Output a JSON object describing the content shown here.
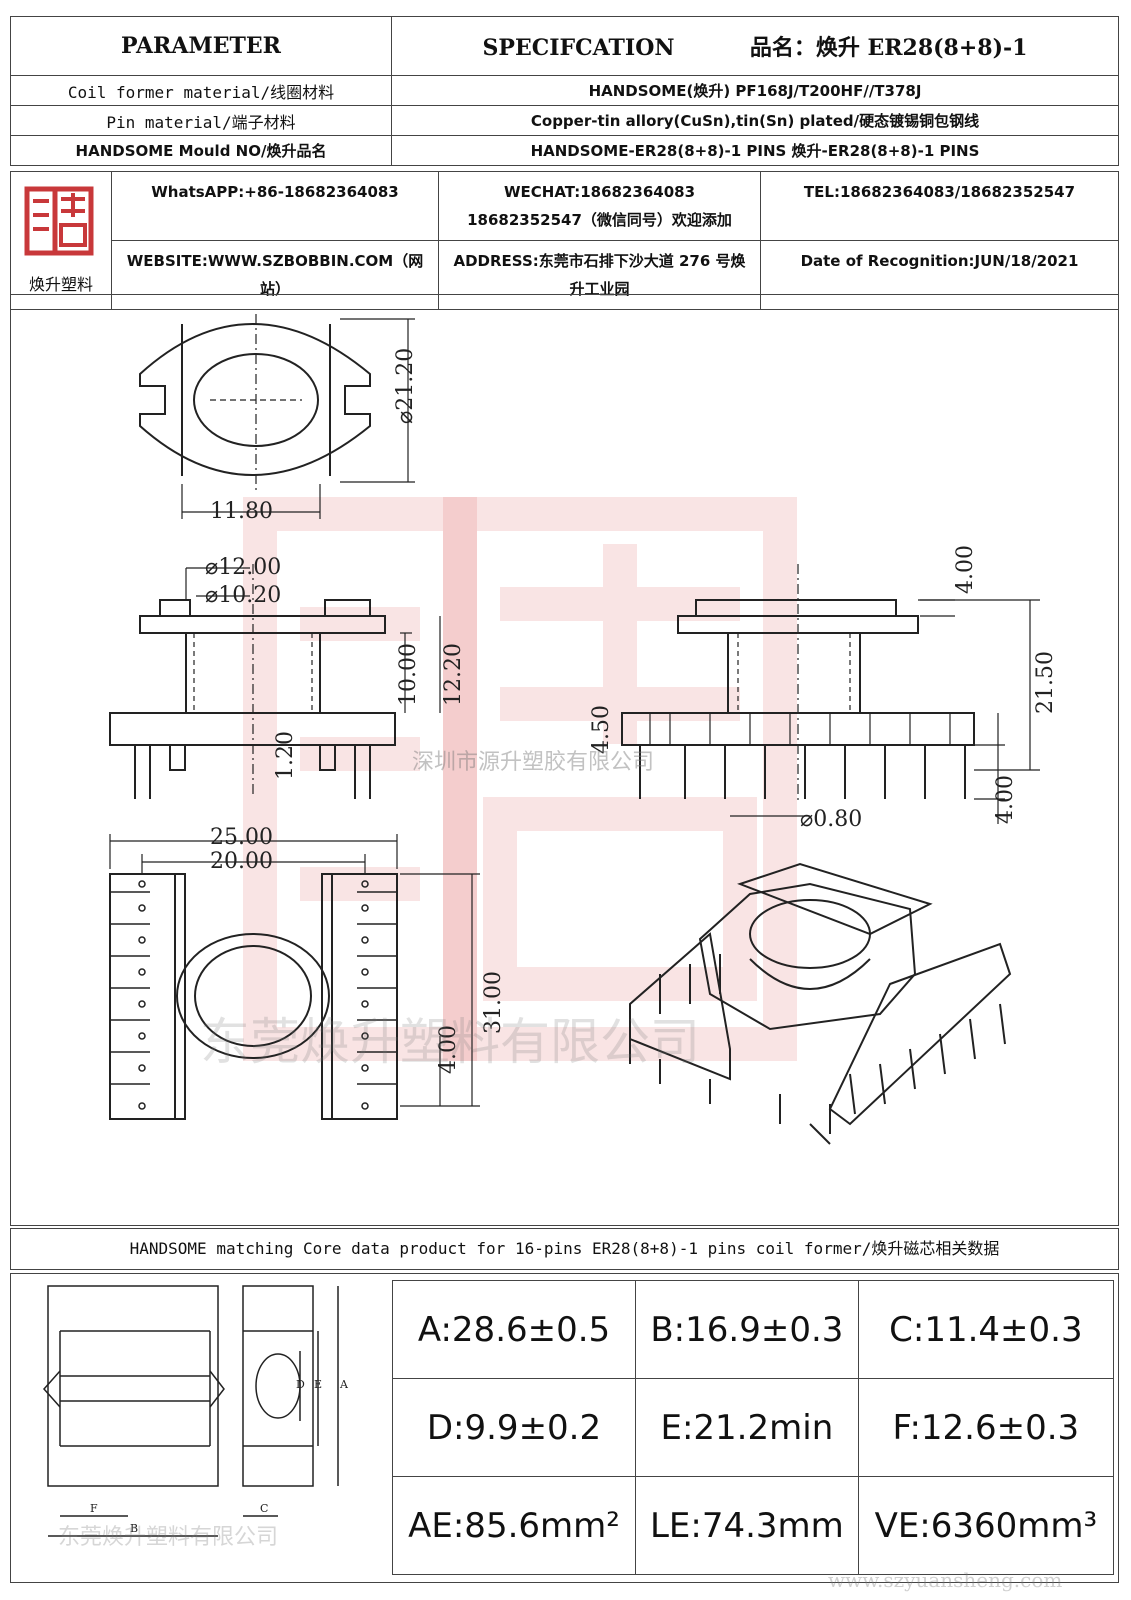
{
  "header": {
    "parameter": "PARAMETER",
    "specification": "SPECIFCATION",
    "product_name": "品名：焕升 ER28(8+8)-1"
  },
  "rows": [
    {
      "label": "Coil former material/线圈材料",
      "value": "HANDSOME(焕升)  PF168J/T200HF//T378J"
    },
    {
      "label": "Pin material/端子材料",
      "value": "Copper-tin allory(CuSn),tin(Sn) plated/硬态镀锡铜包钢线"
    },
    {
      "label": "HANDSOME Mould NO/焕升品名",
      "value": "HANDSOME-ER28(8+8)-1 PINS   焕升-ER28(8+8)-1 PINS"
    }
  ],
  "contact": {
    "logo_text": "焕升塑料",
    "whatsapp": "WhatsAPP:+86-18682364083",
    "wechat": "WECHAT:18682364083 18682352547（微信同号）欢迎添加",
    "tel": "TEL:18682364083/18682352547",
    "website": "WEBSITE:WWW.SZBOBBIN.COM（网站）",
    "address": "ADDRESS:东莞市石排下沙大道 276 号焕升工业园",
    "date": "Date of Recognition:JUN/18/2021"
  },
  "dimensions": {
    "A": "⌀21.20",
    "B": "11.80",
    "C": "⌀12.00",
    "D": "⌀10.20",
    "E": "10.00",
    "F": "12.20",
    "G": "4.50",
    "H": "21.50",
    "I": "⌀0.80",
    "J": "31.00",
    "K": "20.00",
    "L": "25.00",
    "M": "4.00",
    "top_flange": "4.00",
    "pin_len": "4.00",
    "base": "1.20"
  },
  "watermarks": {
    "company_1": "深圳市源升塑胶有限公司",
    "company_2": "东莞焕升塑料有限公司",
    "company_3": "东莞焕升塑料有限公司",
    "url": "www.szyuansheng.com"
  },
  "core": {
    "title": "HANDSOME matching Core data  product for 16-pins ER28(8+8)-1 pins coil former/焕升磁芯相关数据",
    "specs": [
      [
        "A:28.6±0.5",
        "B:16.9±0.3",
        "C:11.4±0.3"
      ],
      [
        "D:9.9±0.2",
        "E:21.2min",
        "F:12.6±0.3"
      ]
    ],
    "ae": "AE:85.6mm²",
    "le": "LE:74.3mm",
    "ve": "VE:6360mm³"
  }
}
